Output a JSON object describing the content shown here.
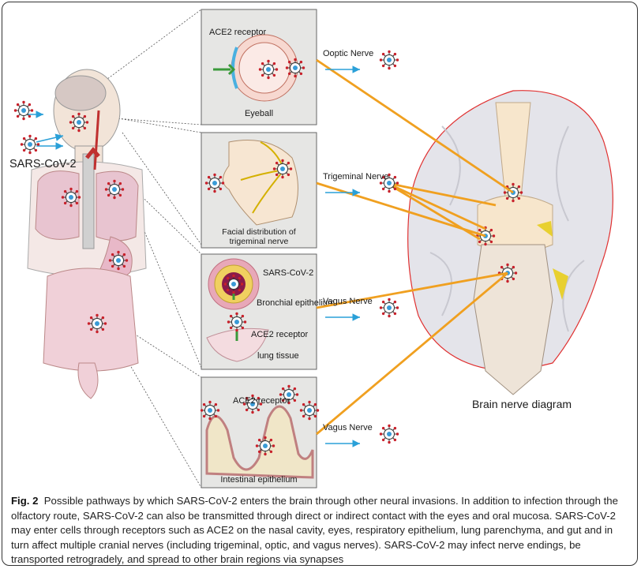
{
  "labels": {
    "virus": "SARS-CoV-2",
    "ace2_top": "ACE2 receptor",
    "eyeball": "Eyeball",
    "facial": "Facial distribution of trigeminal nerve",
    "sars_bronchial": "SARS-CoV-2",
    "bronchial": "Bronchial epithelium",
    "ace2_lung": "ACE2 receptor",
    "lung_tissue": "lung tissue",
    "ace2_intestine": "ACE2 receptor",
    "intestinal": "Intestinal epithelium",
    "brain": "Brain nerve diagram"
  },
  "nerves": {
    "optic": "Ooptic Nerve",
    "trigeminal": "Trigeminal Nerve",
    "vagus1": "Vagus Nerve",
    "vagus2": "Vagus Nerve"
  },
  "caption": {
    "figno": "Fig. 2",
    "text": "Possible pathways by which SARS-CoV-2 enters the brain through other neural invasions. In addition to infection through the olfactory route, SARS-CoV-2 can also be transmitted through direct or indirect contact with the eyes and oral mucosa. SARS-CoV-2 may enter cells through receptors such as ACE2 on the nasal cavity, eyes, respiratory epithelium, lung parenchyma, and gut and in turn affect multiple cranial nerves (including trigeminal, optic, and vagus nerves). SARS-CoV-2 may infect nerve endings, be transported retrogradely, and spread to other brain regions via synapses"
  },
  "colors": {
    "nerve_orange": "#f0a020",
    "arrow_blue": "#2aa0d8",
    "panel_gray": "#e6e6e4",
    "brain_fill": "#e4e4ea",
    "virus_red": "#c8202a"
  }
}
